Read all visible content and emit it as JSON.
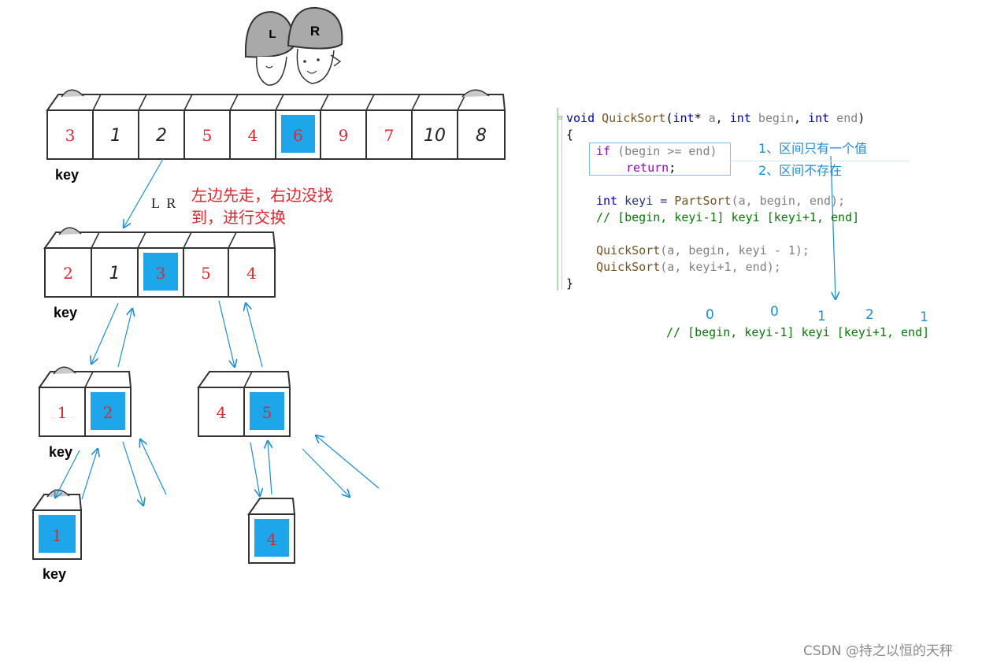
{
  "characters": {
    "left": "L",
    "right": "R"
  },
  "rows": {
    "top": [
      "3",
      "1",
      "2",
      "5",
      "4",
      "6",
      "9",
      "7",
      "10",
      "8"
    ],
    "level2": [
      "2",
      "1",
      "3",
      "5",
      "4"
    ],
    "level3_left": [
      "1",
      "2"
    ],
    "level3_right": [
      "4",
      "5"
    ],
    "level4_left": [
      "1"
    ],
    "level4_right": [
      "4"
    ]
  },
  "key_label": "key",
  "pointer_label": "L  R",
  "note_red": [
    "左边先走，右边没找",
    "到，进行交换"
  ],
  "code": {
    "line1": {
      "kw1": "void",
      "fn": "QuickSort",
      "p1": "(",
      "kw2": "int",
      "p2": "* ",
      "a": "a",
      "p3": ", ",
      "kw3": "int",
      "b": " begin",
      "p4": ", ",
      "kw4": "int",
      "e": " end",
      "p5": ")"
    },
    "open": "{",
    "if_kw": "if",
    "if_cond": " (begin >= end)",
    "ret_kw": "return",
    "ret_semi": ";",
    "keyi_kw": "int",
    "keyi_rest": " keyi = ",
    "partsort": "PartSort",
    "partsort_args": "(a, begin, end);",
    "comment1": "// [begin, keyi-1] keyi [keyi+1, end]",
    "qs1_fn": "QuickSort",
    "qs1_args": "(a, begin, keyi - 1);",
    "qs2_fn": "QuickSort",
    "qs2_args": "(a, keyi+1, end);",
    "close": "}"
  },
  "notes_blue": [
    "1、区间只有一个值",
    "2、区间不存在"
  ],
  "interval_numbers": [
    "0",
    "0",
    "1",
    "2",
    "1"
  ],
  "comment2": "// [begin, keyi-1] keyi [keyi+1, end]",
  "watermark": "CSDN @持之以恒的天秤",
  "colors": {
    "red": "#e2262b",
    "blue": "#1a8fd8",
    "highlight": "#0aa0e8",
    "green": "#057a05"
  }
}
